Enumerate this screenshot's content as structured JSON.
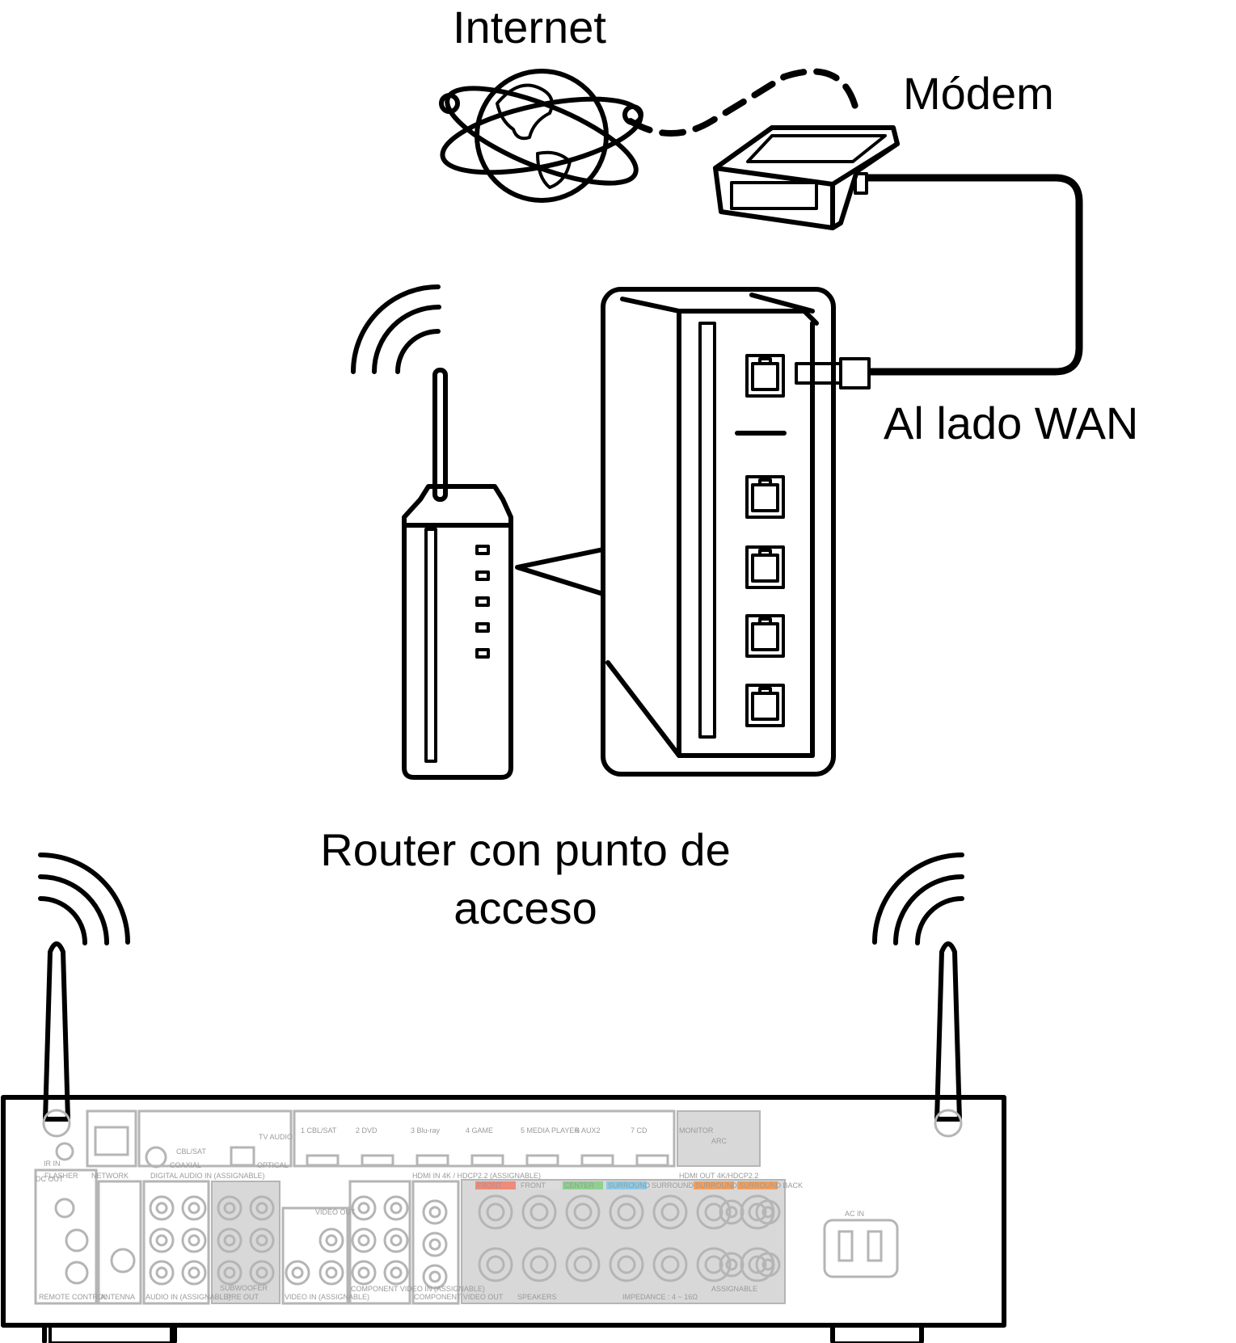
{
  "labels": {
    "internet": "Internet",
    "modem": "Módem",
    "wan": "Al lado WAN",
    "router_line1": "Router con punto de",
    "router_line2": "acceso"
  },
  "panel": {
    "flasher": "FLASHER",
    "ir_in": "IR IN",
    "network": "NETWORK",
    "cbl_sat": "CBL/SAT",
    "coaxial": "COAXIAL",
    "tv_audio": "TV AUDIO",
    "optical": "OPTICAL",
    "digital_audio_in": "DIGITAL AUDIO IN (ASSIGNABLE)",
    "hdmi_inputs": [
      "1 CBL/SAT",
      "2 DVD",
      "3 Blu-ray",
      "4 GAME",
      "5 MEDIA PLAYER",
      "6 AUX2",
      "7 CD"
    ],
    "hdmi_in": "HDMI IN  4K / HDCP2.2 (ASSIGNABLE)",
    "monitor": "MONITOR",
    "arc": "ARC",
    "hdmi_out": "HDMI OUT 4K/HDCP2.2",
    "dc_out": "DC OUT",
    "remote_control": "REMOTE CONTROL",
    "antenna": "ANTENNA",
    "audio_in": "AUDIO IN (ASSIGNABLE)",
    "pre_out": "PRE OUT",
    "subwoofer": "SUBWOOFER",
    "video_in": "VIDEO IN (ASSIGNABLE)",
    "video_out": "VIDEO OUT",
    "component_video_in": "COMPONENT VIDEO IN (ASSIGNABLE)",
    "component_video_out": "COMPONENT VIDEO OUT",
    "speaker_channels": [
      "FRONT",
      "FRONT",
      "CENTER",
      "SURROUND",
      "SURROUND",
      "SURROUND BACK",
      "SURROUND BACK"
    ],
    "speakers": "SPEAKERS",
    "impedance": "IMPEDANCE : 4 ~ 16Ω",
    "assignable": "ASSIGNABLE",
    "ac_in": "AC IN"
  },
  "colors": {
    "line": "#000000",
    "panel_gray": "#b5b5b5",
    "front_r": "#f08a7a",
    "center": "#8fd08f",
    "surround": "#8ccbe6",
    "surround_back": "#f0a060"
  }
}
